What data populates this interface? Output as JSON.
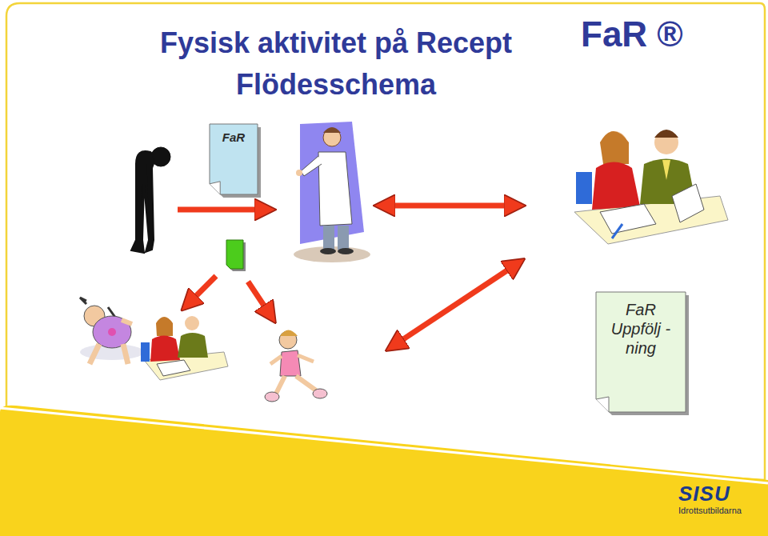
{
  "diagram": {
    "title": "Fysisk aktivitet på Recept Flödesschema",
    "nodes": [
      {
        "text": [
          "FaR"
        ]
      },
      {
        "text": [
          "FaR",
          "Uppfölj -ning"
        ]
      }
    ],
    "labels": [
      "FaR ®",
      "SISU",
      "Idrottsutbildarna"
    ]
  }
}
